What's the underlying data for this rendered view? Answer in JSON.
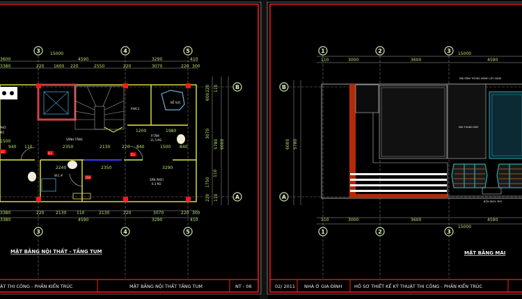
{
  "left_sheet": {
    "drawing_title": "MẶT BẰNG NỘI THẤT -  TẦNG TUM",
    "title_block": {
      "project_desc": "ẬT THI CÔNG - PHẦN KIẾN TRÚC",
      "sheet_name": "MẶT BẰNG NỘI THẤT TẦNG TUM",
      "sheet_no": "NT - 06"
    },
    "axes_x": [
      "3",
      "4",
      "5"
    ],
    "axes_y": [
      "B",
      "A"
    ],
    "total_dim": "15000",
    "dims_top_1": [
      "3600",
      "4590",
      "3290",
      "410"
    ],
    "dims_top_2": [
      "3380",
      "220",
      "1600",
      "220",
      "2550",
      "220",
      "3070",
      "220",
      "300"
    ],
    "dims_bottom_1": [
      "3380",
      "220",
      "2130",
      "110",
      "2130",
      "220",
      "3070",
      "220",
      "300"
    ],
    "dims_bottom_2": [
      "3380",
      "4590",
      "3290",
      "410"
    ],
    "dims_right": [
      "220",
      "110",
      "600",
      "3070",
      "5780",
      "6000",
      "110",
      "1750",
      "220",
      "110"
    ],
    "interior_dims": [
      "1200",
      "1980",
      "940",
      "110",
      "2350",
      "2130",
      "220",
      "840",
      "1500",
      "840",
      "2240",
      "2350",
      "3290",
      "1500"
    ],
    "rooms": {
      "wc3": "P.WC3",
      "bath_tub": "BỂ SỤC",
      "bathroom": "P.TẮM",
      "bathroom_area": "11.5 M2",
      "lobby": "SẢNH TẦNG",
      "wc": "W.C.#",
      "drying_yard": "SÂN PHƠI",
      "drying_area": "6.3 M2",
      "left_room": "PHÒ",
      "left_area": "M2"
    },
    "door_tags": [
      "D3",
      "D3",
      "D3",
      "DW"
    ]
  },
  "right_sheet": {
    "drawing_title": "MẶT BẰNG MÁI",
    "title_block": {
      "date": "02/ 2011",
      "project": "NHÀ Ở GIA ĐÌNH",
      "description": "HỒ SƠ THIẾT KẾ KỸ THUẬT THI CÔNG - PHẦN KIẾN TRÚC"
    },
    "axes_x": [
      "1",
      "2",
      "3"
    ],
    "axes_y": [
      "B",
      "A"
    ],
    "total_dim": "15000",
    "dims_top": [
      "110",
      "3000",
      "3600",
      "4590"
    ],
    "dims_bottom": [
      "110",
      "3000",
      "3600",
      "4590"
    ],
    "dims_left": [
      "6000",
      "5780"
    ],
    "labels": {
      "skylight": "MÁI KÍNH TRÒNG MÀNH LẤY SÁNG",
      "elevator_roof": "MÁI THANG MÁY",
      "water_tank": "BỒN INOX 3M3"
    }
  },
  "colors": {
    "frame": "#ff1a1a",
    "dimension": "#b6e36b",
    "wall": "#e8e84a",
    "roof_strip": "#b02a0a",
    "pool": "#2aa6b8"
  }
}
